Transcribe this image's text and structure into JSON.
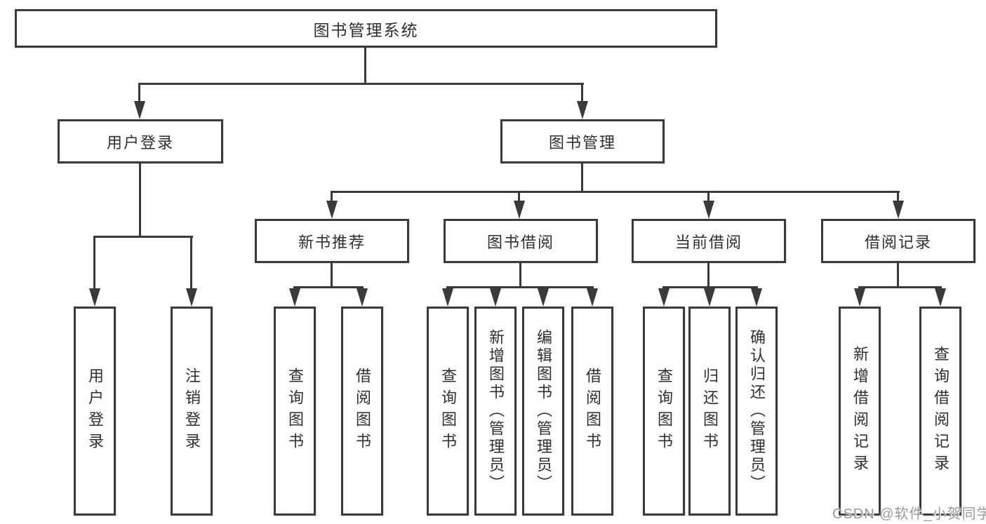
{
  "tree": {
    "label": "图书管理系统",
    "children": [
      {
        "label": "用户登录",
        "children": [
          {
            "label": "用户登录"
          },
          {
            "label": "注销登录"
          }
        ]
      },
      {
        "label": "图书管理",
        "children": [
          {
            "label": "新书推荐",
            "children": [
              {
                "label": "查询图书"
              },
              {
                "label": "借阅图书"
              }
            ]
          },
          {
            "label": "图书借阅",
            "children": [
              {
                "label": "查询图书"
              },
              {
                "label": "新增图书（管理员）"
              },
              {
                "label": "编辑图书（管理员）"
              },
              {
                "label": "借阅图书"
              }
            ]
          },
          {
            "label": "当前借阅",
            "children": [
              {
                "label": "查询图书"
              },
              {
                "label": "归还图书"
              },
              {
                "label": "确认归还（管理员）"
              }
            ]
          },
          {
            "label": "借阅记录",
            "children": [
              {
                "label": "新增借阅记录"
              },
              {
                "label": "查询借阅记录"
              }
            ]
          }
        ]
      }
    ]
  },
  "watermark": {
    "text": "CSDN @软件_小贺同学"
  },
  "colors": {
    "line": "#3a3a3a",
    "text": "#2f2f2f",
    "watermark": "#9a9a9a",
    "bg": "#ffffff"
  }
}
